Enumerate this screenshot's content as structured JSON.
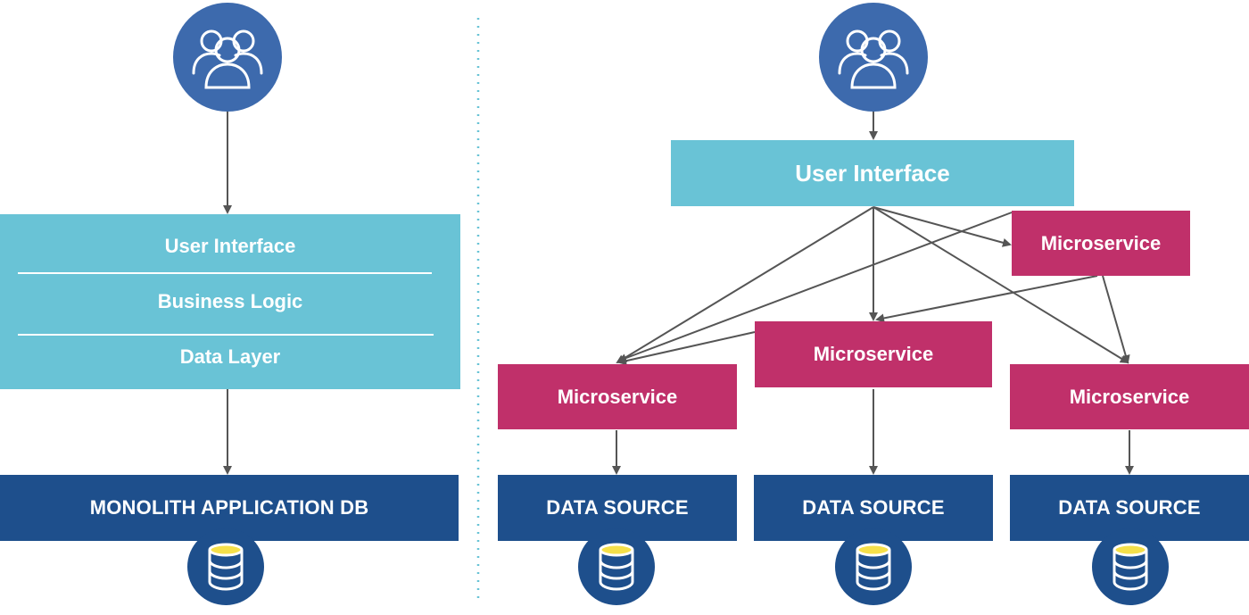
{
  "monolith": {
    "layers": [
      "User Interface",
      "Business Logic",
      "Data Layer"
    ],
    "db_label": "MONOLITH APPLICATION DB"
  },
  "microservices_arch": {
    "ui_label": "User Interface",
    "service_label": "Microservice",
    "data_source_label": "DATA SOURCE"
  },
  "colors": {
    "user_circle": "#3d6aad",
    "ui_box": "#69c3d6",
    "microservice": "#c0306a",
    "data_source": "#1e4f8c",
    "divider": "#69c3d6",
    "arrow": "#555555"
  },
  "icons": {
    "users": "users-group-icon",
    "database": "database-icon"
  }
}
